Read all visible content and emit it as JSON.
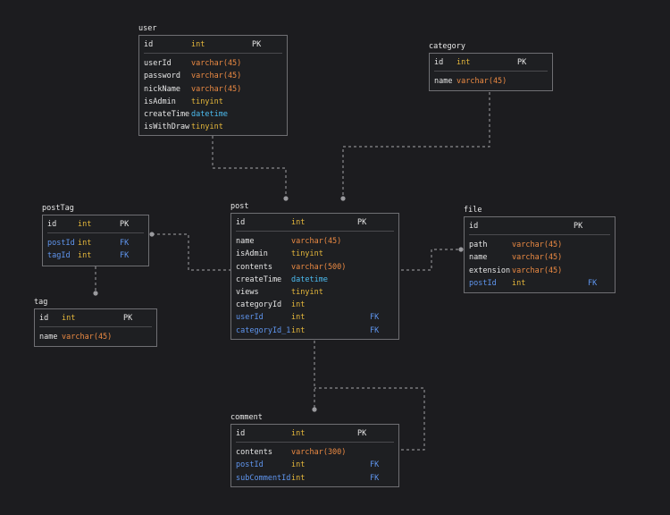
{
  "tables": [
    {
      "key": "user",
      "name": "user",
      "pk_row": {
        "name": "id",
        "type": "int",
        "key": "PK"
      },
      "rows": [
        {
          "name": "userId",
          "type": "varchar(45)",
          "key": ""
        },
        {
          "name": "password",
          "type": "varchar(45)",
          "key": ""
        },
        {
          "name": "nickName",
          "type": "varchar(45)",
          "key": ""
        },
        {
          "name": "isAdmin",
          "type": "tinyint",
          "key": ""
        },
        {
          "name": "createTime",
          "type": "datetime",
          "key": ""
        },
        {
          "name": "isWithDraw",
          "type": "tinyint",
          "key": ""
        }
      ]
    },
    {
      "key": "category",
      "name": "category",
      "pk_row": {
        "name": "id",
        "type": "int",
        "key": "PK"
      },
      "rows": [
        {
          "name": "name",
          "type": "varchar(45)",
          "key": ""
        }
      ]
    },
    {
      "key": "postTag",
      "name": "postTag",
      "pk_row": {
        "name": "id",
        "type": "int",
        "key": "PK"
      },
      "rows": [
        {
          "name": "postId",
          "type": "int",
          "key": "FK"
        },
        {
          "name": "tagId",
          "type": "int",
          "key": "FK"
        }
      ]
    },
    {
      "key": "post",
      "name": "post",
      "pk_row": {
        "name": "id",
        "type": "int",
        "key": "PK"
      },
      "rows": [
        {
          "name": "name",
          "type": "varchar(45)",
          "key": ""
        },
        {
          "name": "isAdmin",
          "type": "tinyint",
          "key": ""
        },
        {
          "name": "contents",
          "type": "varchar(500)",
          "key": ""
        },
        {
          "name": "createTime",
          "type": "datetime",
          "key": ""
        },
        {
          "name": "views",
          "type": "tinyint",
          "key": ""
        },
        {
          "name": "categoryId",
          "type": "int",
          "key": ""
        },
        {
          "name": "userId",
          "type": "int",
          "key": "FK"
        },
        {
          "name": "categoryId_1",
          "type": "int",
          "key": "FK"
        }
      ]
    },
    {
      "key": "file",
      "name": "file",
      "pk_row": {
        "name": "id",
        "type": "",
        "key": "PK"
      },
      "rows": [
        {
          "name": "path",
          "type": "varchar(45)",
          "key": ""
        },
        {
          "name": "name",
          "type": "varchar(45)",
          "key": ""
        },
        {
          "name": "extension",
          "type": "varchar(45)",
          "key": ""
        },
        {
          "name": "postId",
          "type": "int",
          "key": "FK"
        }
      ]
    },
    {
      "key": "tag",
      "name": "tag",
      "pk_row": {
        "name": "id",
        "type": "int",
        "key": "PK"
      },
      "rows": [
        {
          "name": "name",
          "type": "varchar(45)",
          "key": ""
        }
      ]
    },
    {
      "key": "comment",
      "name": "comment",
      "pk_row": {
        "name": "id",
        "type": "int",
        "key": "PK"
      },
      "rows": [
        {
          "name": "contents",
          "type": "varchar(300)",
          "key": ""
        },
        {
          "name": "postId",
          "type": "int",
          "key": "FK"
        },
        {
          "name": "subCommentId",
          "type": "int",
          "key": "FK"
        }
      ]
    }
  ],
  "relationships": [
    {
      "from": "user",
      "to": "post"
    },
    {
      "from": "category",
      "to": "post"
    },
    {
      "from": "postTag",
      "to": "post"
    },
    {
      "from": "tag",
      "to": "postTag"
    },
    {
      "from": "file",
      "to": "post"
    },
    {
      "from": "post",
      "to": "comment"
    },
    {
      "from": "comment",
      "to": "post"
    }
  ],
  "colors": {
    "background": "#1c1c1f",
    "border": "#6f6f73",
    "type_int": "#e5b73b",
    "type_varchar": "#ec8a43",
    "type_datetime": "#4cbcf0",
    "foreign_key": "#5f95ee",
    "connector": "#8a8a8e"
  }
}
